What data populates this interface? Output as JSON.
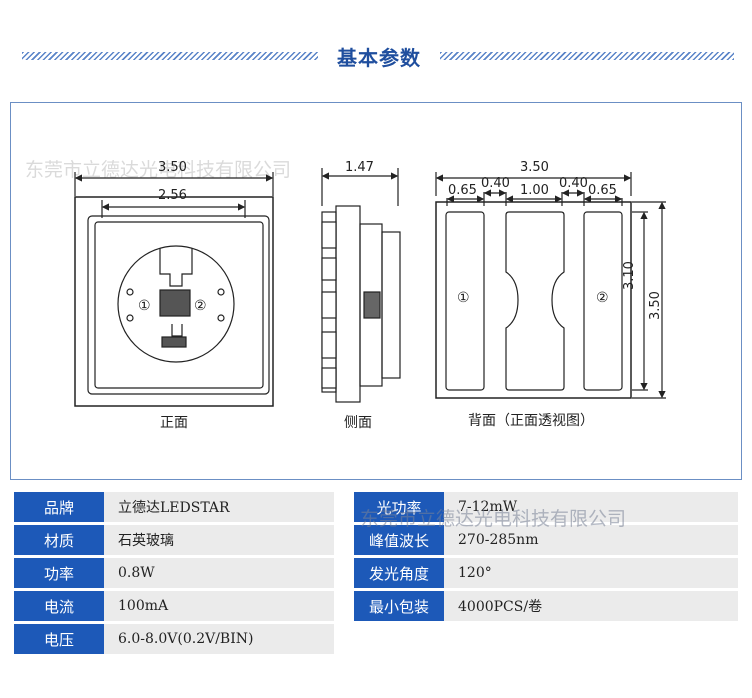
{
  "header": {
    "title": "基本参数"
  },
  "watermark": "东莞市立德达光电科技有限公司",
  "diagram": {
    "front": {
      "caption": "正面",
      "dim_outer": "3.50",
      "dim_inner": "2.56",
      "pad1": "①",
      "pad2": "②"
    },
    "side": {
      "caption": "侧面",
      "dim_width": "1.47"
    },
    "back": {
      "caption": "背面（正面透视图）",
      "dim_total": "3.50",
      "dim_a": "0.65",
      "dim_b": "0.40",
      "dim_c": "1.00",
      "dim_d": "0.40",
      "dim_e": "0.65",
      "dim_h1": "3.10",
      "dim_h2": "3.50",
      "pad1": "①",
      "pad2": "②"
    }
  },
  "specs": {
    "left": [
      {
        "key": "品牌",
        "value": "立德达LEDSTAR"
      },
      {
        "key": "材质",
        "value": "石英玻璃"
      },
      {
        "key": "功率",
        "value": "0.8W"
      },
      {
        "key": "电流",
        "value": "100mA"
      },
      {
        "key": "电压",
        "value": "6.0-8.0V(0.2V/BIN)"
      }
    ],
    "right": [
      {
        "key": "光功率",
        "value": "7-12mW"
      },
      {
        "key": "峰值波长",
        "value": "270-285nm"
      },
      {
        "key": "发光角度",
        "value": "120°"
      },
      {
        "key": "最小包装",
        "value": "4000PCS/卷"
      }
    ]
  }
}
